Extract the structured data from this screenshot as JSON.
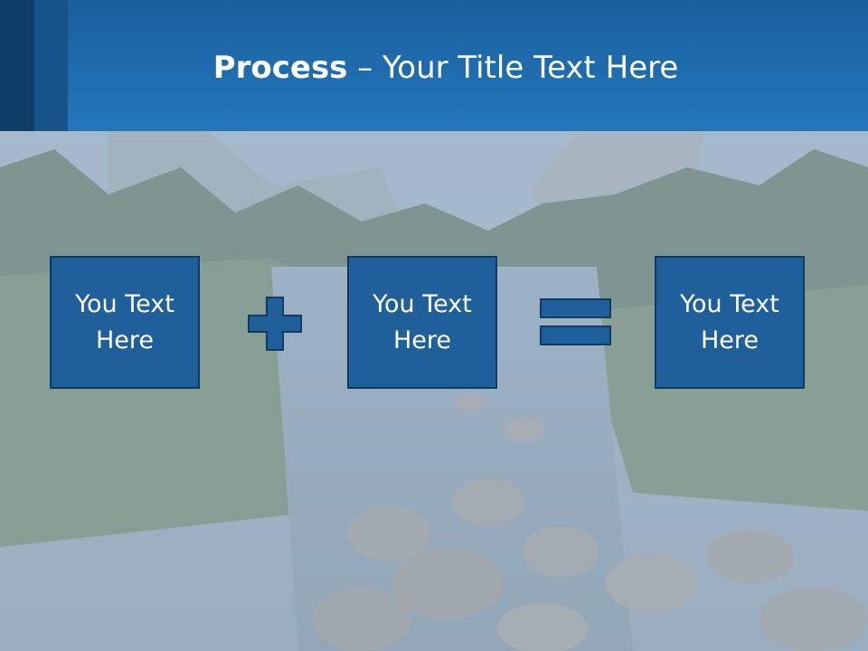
{
  "header": {
    "title_bold": "Process",
    "title_rest": " – Your Title Text Here"
  },
  "process": {
    "boxes": [
      {
        "line1": "You Text",
        "line2": "Here"
      },
      {
        "line1": "You Text",
        "line2": "Here"
      },
      {
        "line1": "You Text",
        "line2": "Here"
      }
    ],
    "operators": [
      "plus-icon",
      "equals-icon"
    ]
  },
  "colors": {
    "header": "#2277bb",
    "box_fill": "#1f5f9a",
    "box_border": "#103a63"
  }
}
